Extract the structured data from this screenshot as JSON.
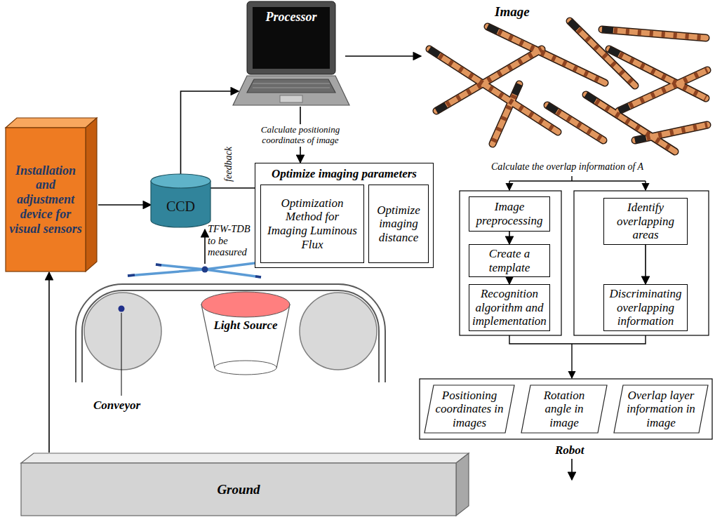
{
  "diagram": {
    "nodes": [
      {
        "text": [
          "Processor"
        ]
      },
      {
        "text": [
          "Installation and adjustment device for visual sensors"
        ]
      },
      {
        "text": [
          "CCD"
        ]
      },
      {
        "text": [
          "Optimize imaging parameters"
        ]
      },
      {
        "text": [
          "Optimization Method for Imaging Luminous Flux"
        ],
        "in": 3
      },
      {
        "text": [
          "Optimize imaging distance"
        ],
        "in": 3
      },
      {
        "text": [
          "Image preprocessing"
        ]
      },
      {
        "text": [
          "Create a template"
        ]
      },
      {
        "text": [
          "Recognition algorithm and implementation"
        ]
      },
      {
        "text": [
          "Identify overlapping areas"
        ]
      },
      {
        "text": [
          "Discriminating overlapping information"
        ]
      },
      {
        "text": [
          "Light Source"
        ]
      },
      {
        "text": [
          "Positioning coordinates in images"
        ]
      },
      {
        "text": [
          "Rotation angle in image"
        ]
      },
      {
        "text": [
          "Overlap layer information in image"
        ]
      },
      {
        "text": [
          "Ground"
        ]
      }
    ],
    "edges": [
      {
        "from": 15,
        "to": 1,
        "arrow": "to"
      },
      {
        "from": 1,
        "to": 2,
        "arrow": "to"
      },
      {
        "from": 2,
        "to": 0,
        "arrow": "to"
      },
      {
        "from": 2,
        "to": 3,
        "label": "feedback",
        "arrow": "none"
      },
      {
        "from": 0,
        "to": 3,
        "label": "Calculate positioning coordinates of image",
        "arrow": "to"
      },
      {
        "from": 6,
        "to": 7,
        "arrow": "to"
      },
      {
        "from": 7,
        "to": 8,
        "arrow": "to"
      },
      {
        "from": 9,
        "to": 10,
        "arrow": "to"
      }
    ],
    "labels": [
      "Image",
      "TFW-TDB to be measured",
      "Calculate the overlap information of A",
      "Conveyor",
      "Robot"
    ]
  }
}
